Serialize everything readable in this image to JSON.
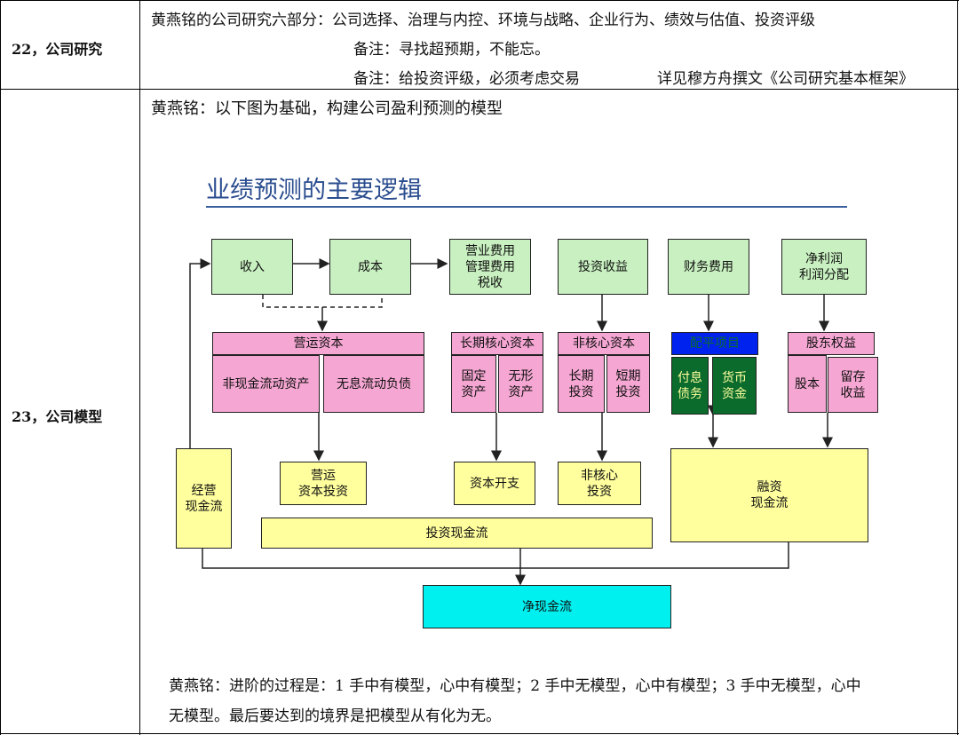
{
  "rows": [
    {
      "label": "22，公司研究",
      "lines": [
        "黄燕铭的公司研究六部分：公司选择、治理与内控、环境与战略、企业行为、绩效与估值、投资评级",
        "备注：寻找超预期，不能忘。",
        "备注：给投资评级，必须考虑交易",
        "详见穆方舟撰文《公司研究基本框架》"
      ]
    },
    {
      "label": "23，公司模型",
      "intro": "黄燕铭：以下图为基础，构建公司盈利预测的模型",
      "outro_1": "黄燕铭：进阶的过程是：1 手中有模型，心中有模型；2 手中无模型，心中有模型；3 手中无模型，心中",
      "outro_2": "无模型。最后要达到的境界是把模型从有化为无。"
    }
  ],
  "diagram": {
    "title": "业绩预测的主要逻辑",
    "revenue": "收入",
    "cost": "成本",
    "opex": "营业费用\n管理费用\n税收",
    "invest_income": "投资收益",
    "fin_expense": "财务费用",
    "net_profit": "净利润\n利润分配",
    "working_capital": "营运资本",
    "noncash_ca": "非现金流动资产",
    "nonint_cl": "无息流动负债",
    "lt_core_capital": "长期核心资本",
    "fixed_assets": "固定\n资产",
    "intangible": "无形\n资产",
    "noncore_capital": "非核心资本",
    "lt_invest": "长期\n投资",
    "st_invest": "短期\n投资",
    "balance_items": "配平项目",
    "interest_debt": "付息\n债务",
    "monetary_funds": "货币\n资金",
    "shareholder_equity": "股东权益",
    "share_capital": "股本",
    "retained_earnings": "留存\n收益",
    "operating_cf": "经营\n现金流",
    "wc_invest": "营运\n资本投资",
    "capex": "资本开支",
    "noncore_invest": "非核心\n投资",
    "financing_cf": "融资\n现金流",
    "investing_cf": "投资现金流",
    "net_cf": "净现金流"
  },
  "colors": {
    "green": "#c8f0c0",
    "pink": "#f5a6d2",
    "yellow": "#ffff9e",
    "cyan": "#00f0f0",
    "dark_green": "#0a6b2c",
    "blue": "#0022ee",
    "title_blue": "#2a4d8f"
  }
}
